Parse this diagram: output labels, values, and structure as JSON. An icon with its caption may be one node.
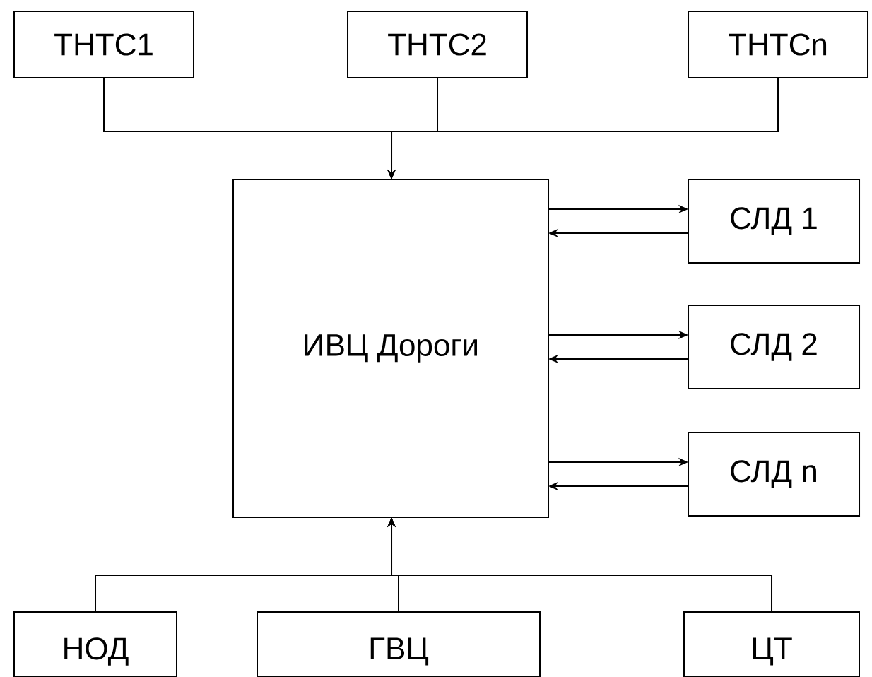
{
  "diagram": {
    "nodes": [
      {
        "text": [
          "ТНТС1"
        ]
      },
      {
        "text": [
          "ТНТС2"
        ]
      },
      {
        "text": [
          "ТНТСn"
        ]
      },
      {
        "text": [
          "ИВЦ Дороги"
        ]
      },
      {
        "text": [
          "СЛД 1"
        ]
      },
      {
        "text": [
          "СЛД 2"
        ]
      },
      {
        "text": [
          "СЛД n"
        ]
      },
      {
        "text": [
          "НОД"
        ]
      },
      {
        "text": [
          "ГВЦ"
        ]
      },
      {
        "text": [
          "ЦТ"
        ]
      }
    ],
    "edges": [
      {
        "from": 0,
        "to": 3,
        "arrow": "to"
      },
      {
        "from": 1,
        "to": 3,
        "arrow": "to"
      },
      {
        "from": 2,
        "to": 3,
        "arrow": "to"
      },
      {
        "from": 3,
        "to": 4,
        "arrow": "to"
      },
      {
        "from": 4,
        "to": 3,
        "arrow": "to"
      },
      {
        "from": 3,
        "to": 5,
        "arrow": "to"
      },
      {
        "from": 5,
        "to": 3,
        "arrow": "to"
      },
      {
        "from": 3,
        "to": 6,
        "arrow": "to"
      },
      {
        "from": 6,
        "to": 3,
        "arrow": "to"
      },
      {
        "from": 7,
        "to": 3,
        "arrow": "to"
      },
      {
        "from": 8,
        "to": 3,
        "arrow": "to"
      },
      {
        "from": 9,
        "to": 3,
        "arrow": "to"
      }
    ]
  }
}
